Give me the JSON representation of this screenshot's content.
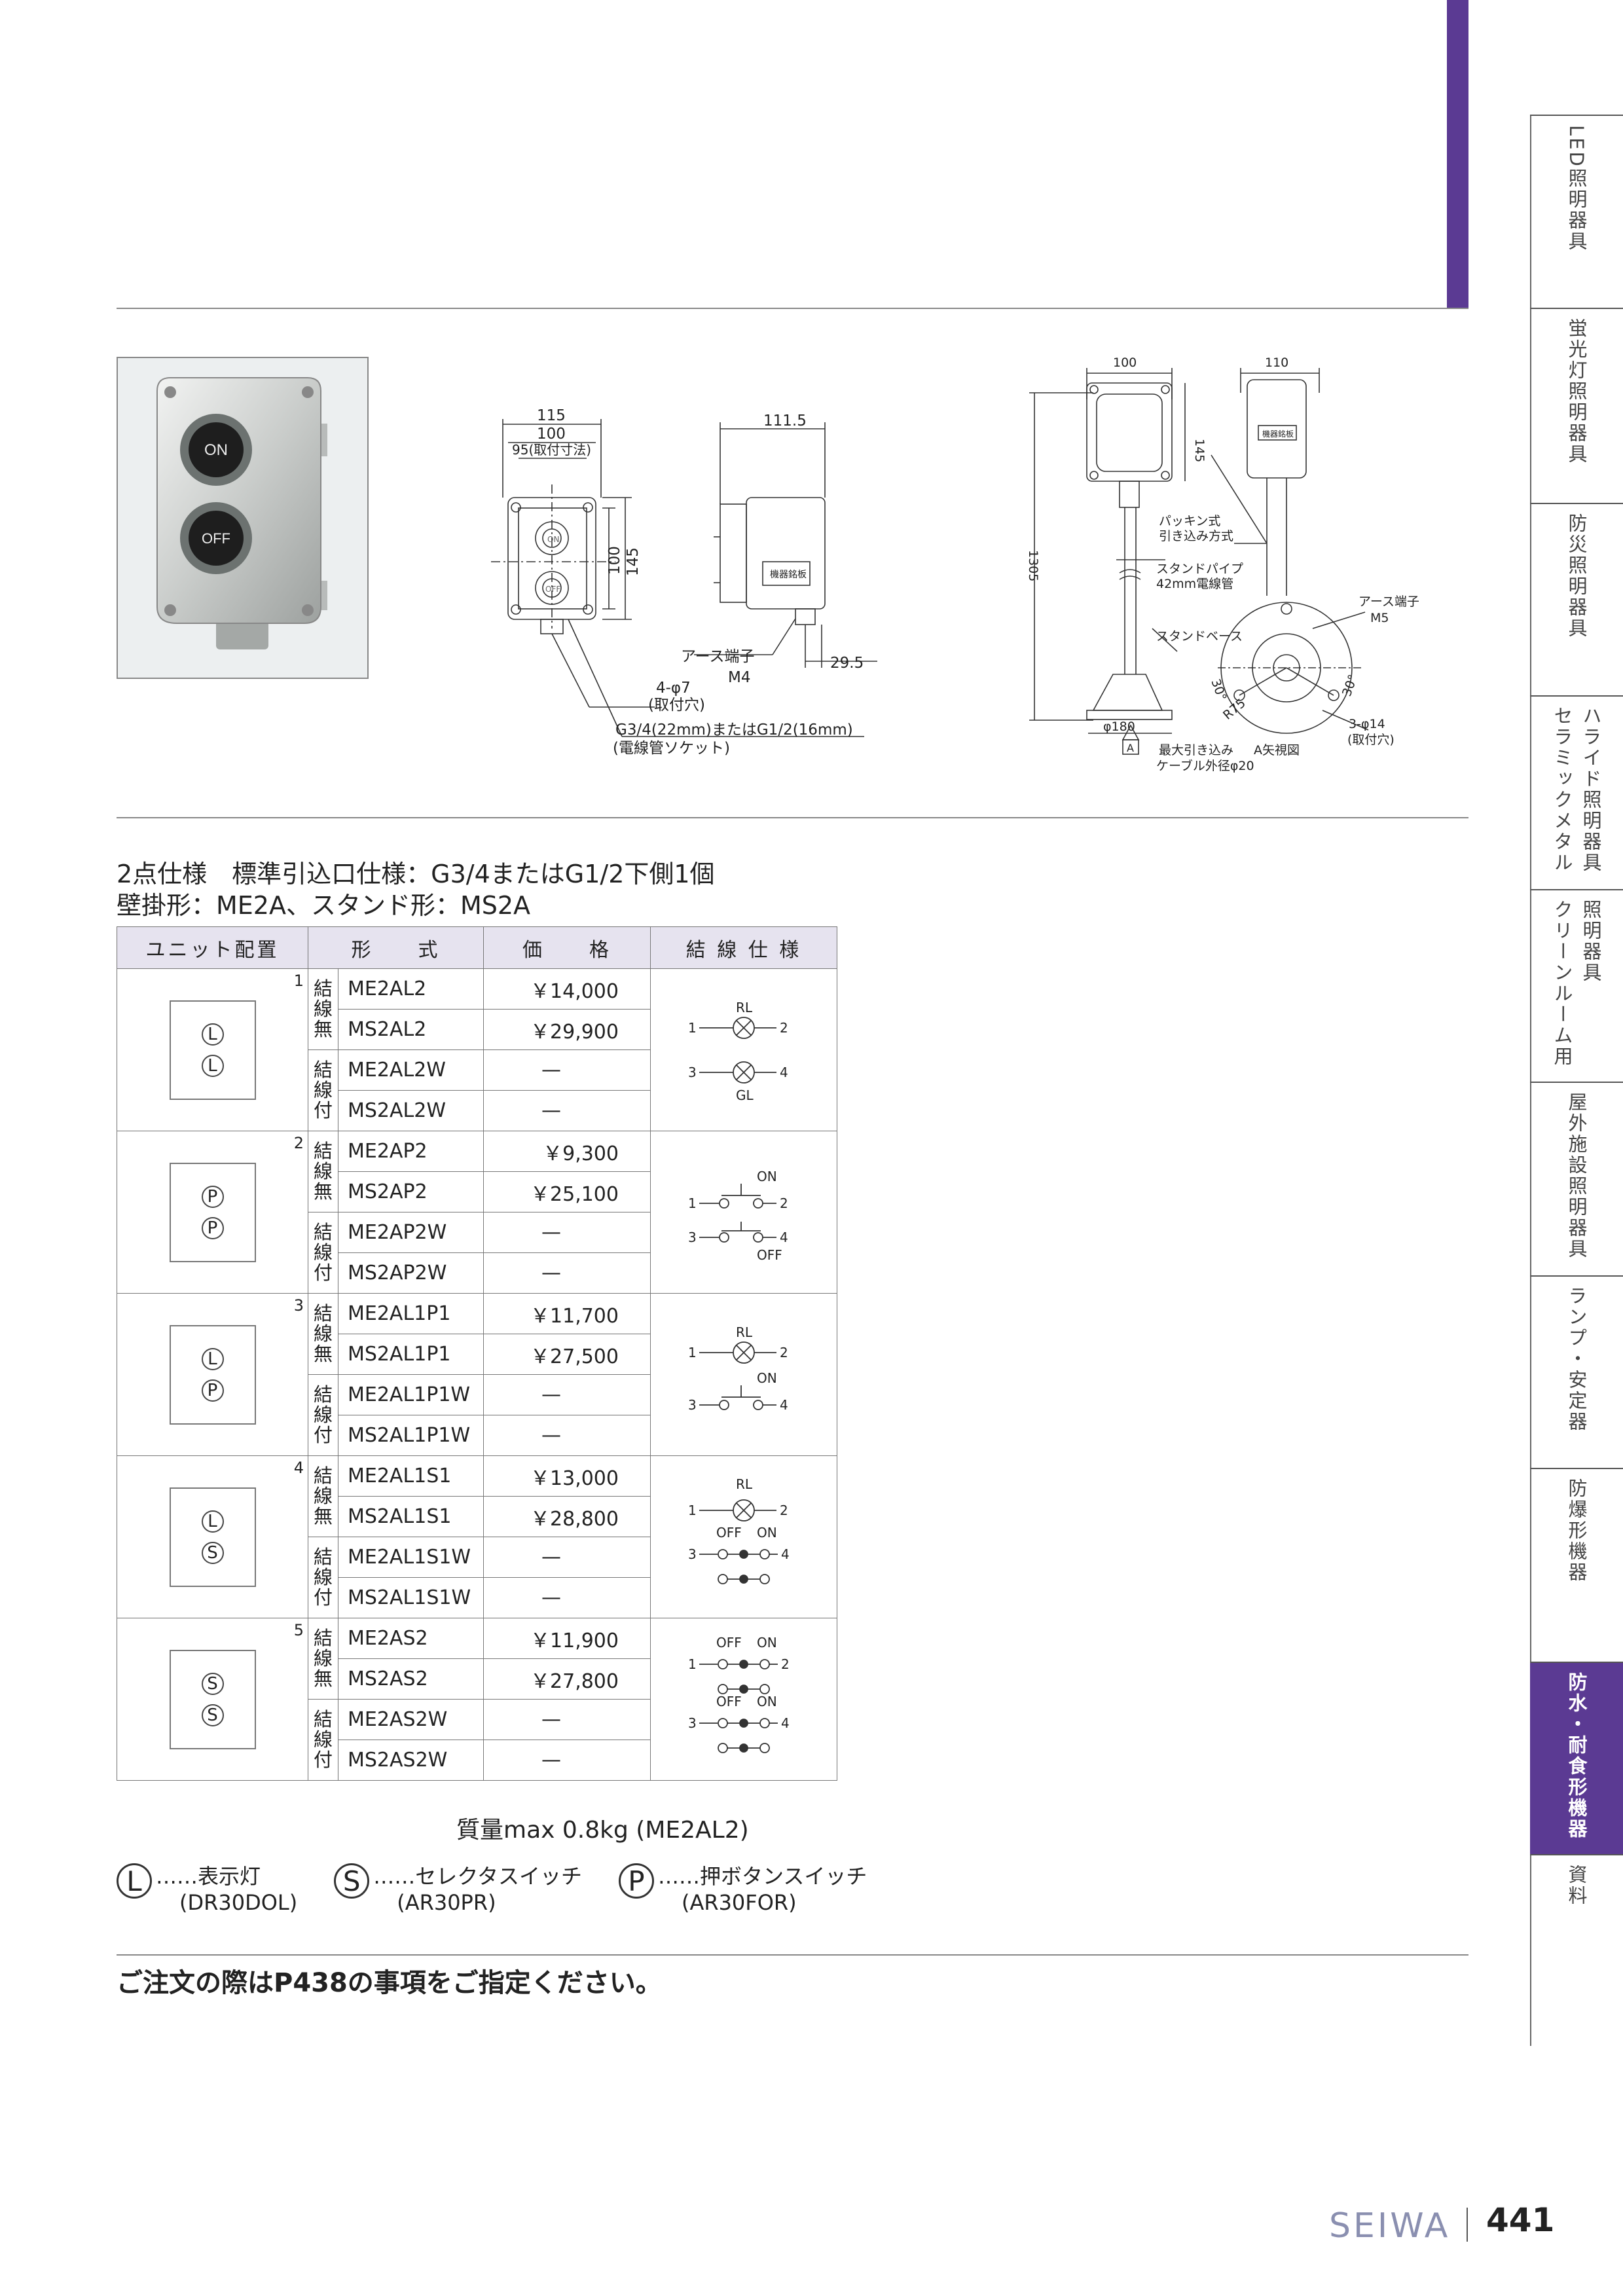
{
  "side_tabs": [
    {
      "label": "LED照明器具",
      "cols": [
        "LED照明器具"
      ],
      "active": false
    },
    {
      "label": "蛍光灯照明器具",
      "cols": [
        "蛍光灯照明器具"
      ],
      "active": false
    },
    {
      "label": "防災照明器具",
      "cols": [
        "防災照明器具"
      ],
      "active": false
    },
    {
      "label": "セラミックメタルハライド照明器具",
      "cols": [
        "セラミックメタル",
        "ハライド照明器具"
      ],
      "active": false
    },
    {
      "label": "クリーンルーム用照明器具",
      "cols": [
        "クリーンルーム用",
        "照明器具"
      ],
      "active": false
    },
    {
      "label": "屋外施設照明器具",
      "cols": [
        "屋外施設照明器具"
      ],
      "active": false
    },
    {
      "label": "ランプ・安定器",
      "cols": [
        "ランプ・安定器"
      ],
      "active": false
    },
    {
      "label": "防爆形機器",
      "cols": [
        "防爆形機器"
      ],
      "active": false
    },
    {
      "label": "防水・耐食形機器",
      "cols": [
        "防水・耐食形機器"
      ],
      "active": true
    },
    {
      "label": "資料",
      "cols": [
        "資料"
      ],
      "active": false
    }
  ],
  "photo": {
    "buttons": [
      "ON",
      "OFF"
    ]
  },
  "drawing_front": {
    "dims": [
      "115",
      "100",
      "95(取付寸法)",
      "100",
      "145"
    ],
    "lamp_labels": [
      "ON",
      "OFF"
    ]
  },
  "drawing_side": {
    "dims": [
      "111.5",
      "29.5"
    ],
    "nameplate": "機器銘板",
    "earth": "アース端子",
    "earth_size": "M4",
    "holes": "4-φ7",
    "holes_note": "(取付穴)",
    "socket": "G3/4(22mm)またはG1/2(16mm)",
    "socket_note": "(電線管ソケット)"
  },
  "drawing_stand": {
    "dims": [
      "100",
      "110",
      "145",
      "1305",
      "φ180",
      "R75",
      "30°",
      "30°"
    ],
    "nameplate": "機器銘板",
    "packing": "パッキン式",
    "packing2": "引き込み方式",
    "pipe": "スタンドパイプ",
    "pipe2": "42mm電線管",
    "base": "スタンドベース",
    "earth": "アース端子",
    "earth_size": "M5",
    "holes": "3-φ14",
    "holes_note": "(取付穴)",
    "arrow": "A",
    "cable": "最大引き込み",
    "cable2": "ケーブル外径φ20",
    "view": "A矢視図"
  },
  "heading_line1": "2点仕様　標準引込口仕様：G3/4またはG1/2下側1個",
  "heading_line2": "壁掛形：ME2A、スタンド形：MS2A",
  "table": {
    "headers": [
      "ユニット配置",
      "形　　式",
      "価　　格",
      "結 線 仕 様"
    ],
    "groups": [
      {
        "no": "1",
        "symbols": [
          "L",
          "L"
        ],
        "wire_a": "結線無",
        "wire_b": "結線付",
        "rows": [
          {
            "model": "ME2AL2",
            "price": "￥14,000"
          },
          {
            "model": "MS2AL2",
            "price": "￥29,900"
          },
          {
            "model": "ME2AL2W",
            "price": "—"
          },
          {
            "model": "MS2AL2W",
            "price": "—"
          }
        ]
      },
      {
        "no": "2",
        "symbols": [
          "P",
          "P"
        ],
        "wire_a": "結線無",
        "wire_b": "結線付",
        "rows": [
          {
            "model": "ME2AP2",
            "price": "￥9,300"
          },
          {
            "model": "MS2AP2",
            "price": "￥25,100"
          },
          {
            "model": "ME2AP2W",
            "price": "—"
          },
          {
            "model": "MS2AP2W",
            "price": "—"
          }
        ]
      },
      {
        "no": "3",
        "symbols": [
          "L",
          "P"
        ],
        "wire_a": "結線無",
        "wire_b": "結線付",
        "rows": [
          {
            "model": "ME2AL1P1",
            "price": "￥11,700"
          },
          {
            "model": "MS2AL1P1",
            "price": "￥27,500"
          },
          {
            "model": "ME2AL1P1W",
            "price": "—"
          },
          {
            "model": "MS2AL1P1W",
            "price": "—"
          }
        ]
      },
      {
        "no": "4",
        "symbols": [
          "L",
          "S"
        ],
        "wire_a": "結線無",
        "wire_b": "結線付",
        "rows": [
          {
            "model": "ME2AL1S1",
            "price": "￥13,000"
          },
          {
            "model": "MS2AL1S1",
            "price": "￥28,800"
          },
          {
            "model": "ME2AL1S1W",
            "price": "—"
          },
          {
            "model": "MS2AL1S1W",
            "price": "—"
          }
        ]
      },
      {
        "no": "5",
        "symbols": [
          "S",
          "S"
        ],
        "wire_a": "結線無",
        "wire_b": "結線付",
        "rows": [
          {
            "model": "ME2AS2",
            "price": "￥11,900"
          },
          {
            "model": "MS2AS2",
            "price": "￥27,800"
          },
          {
            "model": "ME2AS2W",
            "price": "—"
          },
          {
            "model": "MS2AS2W",
            "price": "—"
          }
        ]
      }
    ]
  },
  "wiring": {
    "rl": "RL",
    "gl": "GL",
    "on": "ON",
    "off": "OFF",
    "t1": "1",
    "t2": "2",
    "t3": "3",
    "t4": "4"
  },
  "mass_note": "質量max 0.8kg (ME2AL2)",
  "legend": [
    {
      "symbol": "L",
      "text": "……表示灯",
      "code": "(DR30DOL)"
    },
    {
      "symbol": "S",
      "text": "……セレクタスイッチ",
      "code": "(AR30PR)"
    },
    {
      "symbol": "P",
      "text": "……押ボタンスイッチ",
      "code": "(AR30FOR)"
    }
  ],
  "order_note": "ご注文の際はP438の事項をご指定ください。",
  "footer": {
    "brand": "SEIWA",
    "page": "441"
  }
}
